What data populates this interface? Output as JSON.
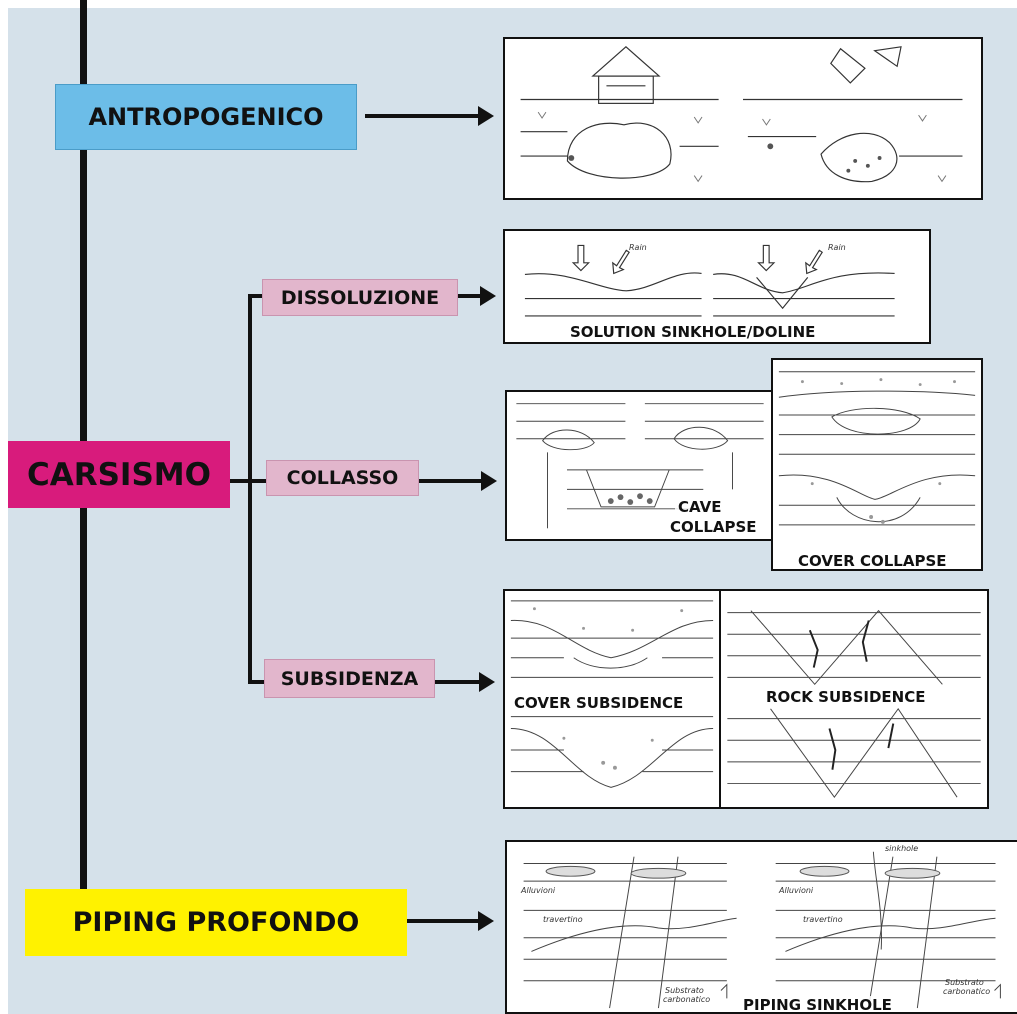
{
  "main_nodes": {
    "antropogenico": "ANTROPOGENICO",
    "carsismo": "CARSISMO",
    "piping_profondo": "PIPING PROFONDO"
  },
  "sub_nodes": {
    "dissoluzione": "DISSOLUZIONE",
    "collasso": "COLLASSO",
    "subsidenza": "SUBSIDENZA"
  },
  "captions": {
    "solution": "SOLUTION SINKHOLE/DOLINE",
    "cave_line1": "CAVE",
    "cave_line2": "COLLAPSE",
    "cover_collapse": "COVER COLLAPSE",
    "cover_subsidence": "COVER SUBSIDENCE",
    "rock_subsidence": "ROCK SUBSIDENCE",
    "piping": "PIPING SINKHOLE"
  },
  "sketch_labels": {
    "rain": "Rain",
    "alluvioni": "Alluvioni",
    "travertino": "travertino",
    "sinkhole": "sinkhole",
    "substrato": "Substrato",
    "carbonatico": "carbonatico"
  },
  "colors": {
    "background": "#d5e1ea",
    "antropogenico": "#6cbde8",
    "carsismo": "#d81b7c",
    "sub_nodes": "#e2b6cc",
    "piping_profondo": "#fff200"
  }
}
